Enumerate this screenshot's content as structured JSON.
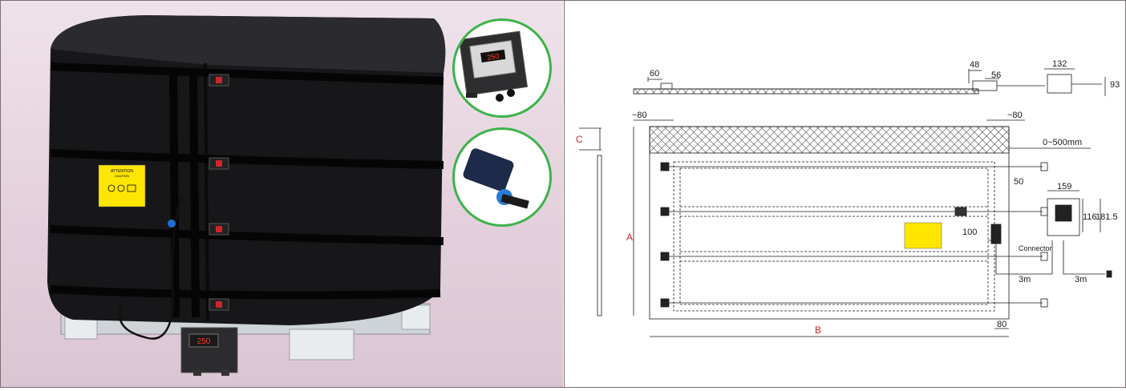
{
  "product_photo": {
    "label_heading": "ATTENTION",
    "label_subheading": "CAUTION",
    "controller_display": "250"
  },
  "drawing": {
    "dims": {
      "d60": "60",
      "d48": "48",
      "d56": "56",
      "d132": "132",
      "d93": "93",
      "d80_left": "~80",
      "d80_right": "~80",
      "d0_500": "0~500mm",
      "d50": "50",
      "d159": "159",
      "d116": "116",
      "d181_5": "181.5",
      "d100": "100",
      "connector": "Connector",
      "d3m_a": "3m",
      "d3m_b": "3m",
      "d80_bottom": "80",
      "label_A": "A",
      "label_B": "B",
      "label_C": "C"
    },
    "colors": {
      "line": "#1a1a1a",
      "letter": "#d0242b",
      "warning": "#ffe600"
    }
  }
}
